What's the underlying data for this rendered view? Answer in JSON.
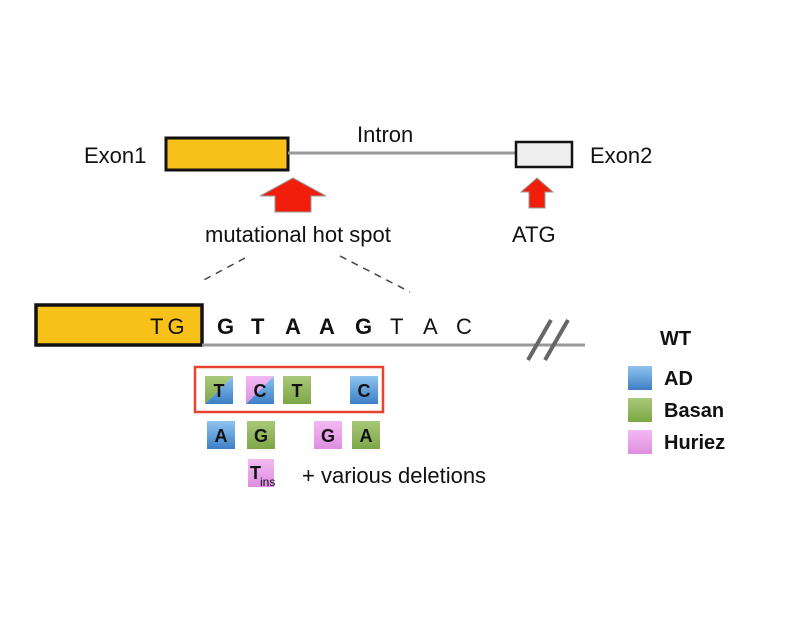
{
  "gene": {
    "exon1_label": "Exon1",
    "intron_label": "Intron",
    "exon2_label": "Exon2",
    "hotspot_label": "mutational hot spot",
    "atg_label": "ATG"
  },
  "sequence": {
    "exon_letters": "TG",
    "intron_letters": [
      {
        "char": "G",
        "bold": true
      },
      {
        "char": "T",
        "bold": true
      },
      {
        "char": "A",
        "bold": true
      },
      {
        "char": "A",
        "bold": true
      },
      {
        "char": "G",
        "bold": true
      },
      {
        "char": "T",
        "bold": false
      },
      {
        "char": "A",
        "bold": false
      },
      {
        "char": "C",
        "bold": false
      }
    ]
  },
  "mutations": {
    "row1": [
      {
        "letter": "T",
        "groups": [
          "AD",
          "Basan"
        ]
      },
      {
        "letter": "C",
        "groups": [
          "AD",
          "Huriez"
        ]
      },
      {
        "letter": "T",
        "groups": [
          "Basan"
        ]
      },
      {
        "letter": "C",
        "groups": [
          "AD"
        ]
      }
    ],
    "row2": [
      {
        "letter": "A",
        "groups": [
          "AD"
        ]
      },
      {
        "letter": "G",
        "groups": [
          "Basan"
        ]
      },
      {
        "letter": "G",
        "groups": [
          "Huriez"
        ]
      },
      {
        "letter": "A",
        "groups": [
          "Basan"
        ]
      }
    ],
    "insertion_letter": "T",
    "insertion_subscript": "ins",
    "deletions_text": "+ various deletions"
  },
  "legend": {
    "title": "WT",
    "items": [
      {
        "label": "AD",
        "color": "#5b9bd5"
      },
      {
        "label": "Basan",
        "color": "#8db557"
      },
      {
        "label": "Huriez",
        "color": "#e69ae6"
      }
    ]
  },
  "colors": {
    "exon1_fill": "#f7c11a",
    "exon2_fill": "#eeeeee",
    "arrow_fill": "#f01e0a",
    "line": "#999999",
    "highlight_box": "#e8432e"
  }
}
